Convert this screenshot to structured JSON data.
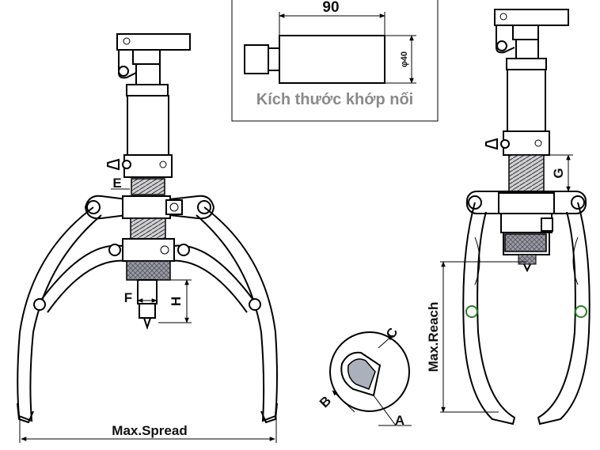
{
  "inset": {
    "dimension_length": "90",
    "dimension_diameter": "φ40",
    "caption": "Kích thước khớp nối"
  },
  "labels": {
    "E": "E",
    "F": "F",
    "H": "H",
    "G": "G",
    "A": "A",
    "B": "B",
    "C": "C",
    "max_spread": "Max.Spread",
    "max_reach": "Max.Reach"
  },
  "colors": {
    "inset_border": "#888888",
    "caption_text": "#8a8a8a",
    "knurl": "#9a9aaa"
  }
}
